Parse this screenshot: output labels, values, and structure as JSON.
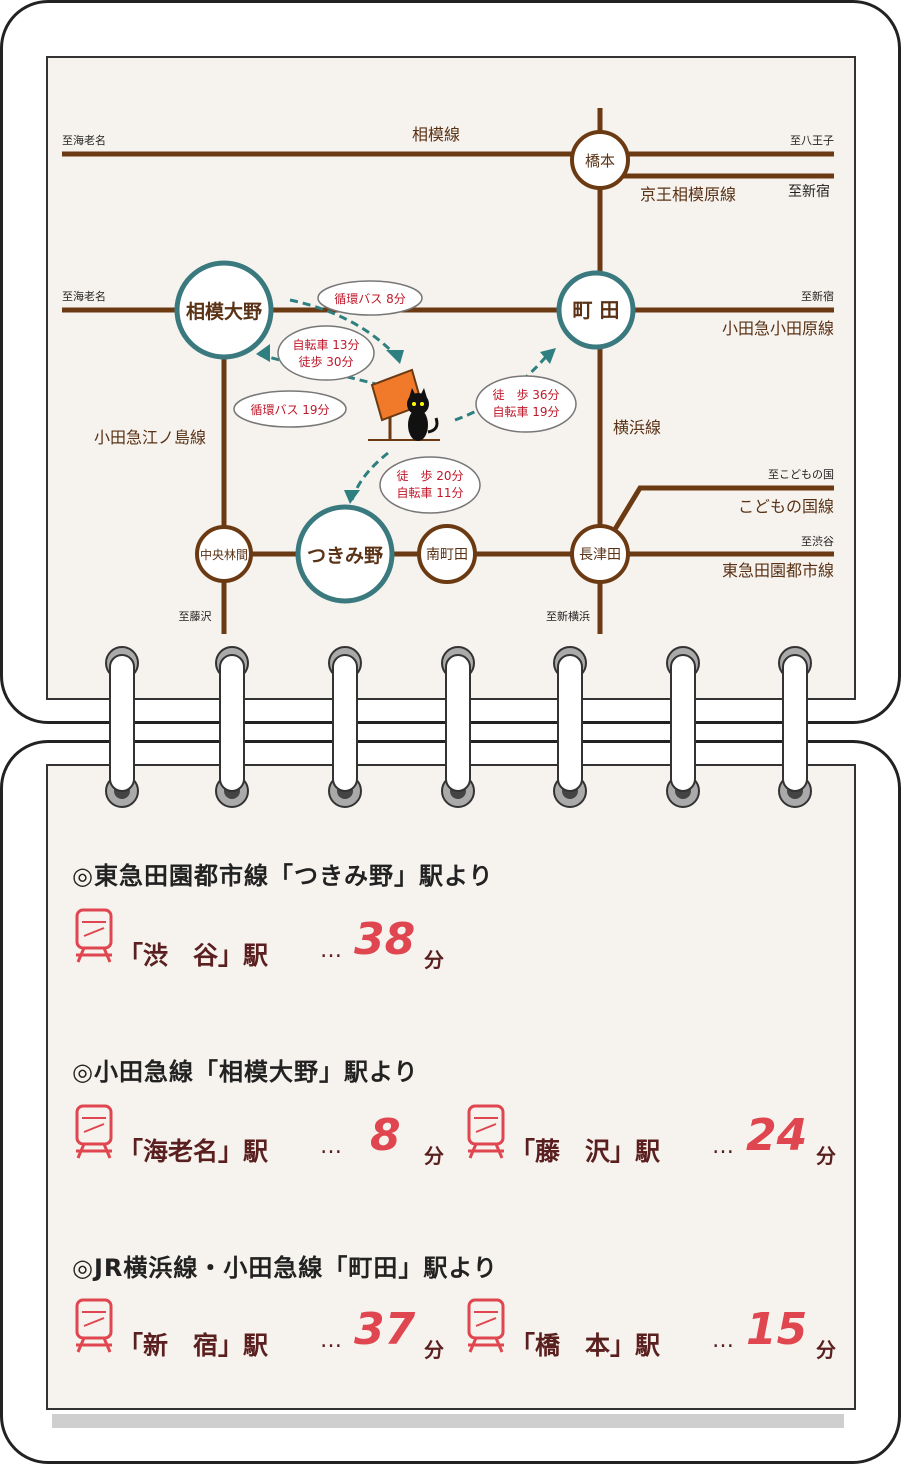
{
  "colors": {
    "line": "#6b3a12",
    "ring": "#3a7a7f",
    "label": "#5a3216",
    "cloud_text": "#c0182a",
    "arrow": "#2d7f80",
    "accent_num": "#e0464f"
  },
  "map": {
    "lines": {
      "sagami": "相模線",
      "keio": "京王相模原線",
      "odakyu_odawara": "小田急小田原線",
      "odakyu_enoshima": "小田急江ノ島線",
      "yokohama": "横浜線",
      "kodomo": "こどもの国線",
      "denentoshi": "東急田園都市線"
    },
    "stations": {
      "hashimoto": "橋本",
      "sagamiono": "相模大野",
      "machida": "町 田",
      "chuorinkan": "中央林間",
      "tsukimino": "つきみ野",
      "minamimachida": "南町田",
      "nagatsuta": "長津田"
    },
    "directions": {
      "ebina1": "至海老名",
      "hachioji": "至八王子",
      "shinjuku1": "至新宿",
      "ebina2": "至海老名",
      "shinjuku2": "至新宿",
      "kodomo": "至こどもの国",
      "shibuya": "至渋谷",
      "fujisawa": "至藤沢",
      "shinyokohama": "至新横浜"
    },
    "bubbles": {
      "bus8": "循環バス 8分",
      "bike13": "自転車 13分",
      "walk30": "徒歩 30分",
      "bus19": "循環バス 19分",
      "walk36": "徒　歩 36分",
      "bike19": "自転車 19分",
      "walk20": "徒　歩 20分",
      "bike11": "自転車 11分"
    }
  },
  "access": {
    "section1": {
      "title": "◎東急田園都市線「つきみ野」駅より",
      "routes": [
        {
          "dest": "「渋　谷」駅",
          "dots": "…",
          "minutes": "38",
          "unit": "分"
        }
      ]
    },
    "section2": {
      "title": "◎小田急線「相模大野」駅より",
      "routes": [
        {
          "dest": "「海老名」駅",
          "dots": "…",
          "minutes": "8",
          "unit": "分"
        },
        {
          "dest": "「藤　沢」駅",
          "dots": "…",
          "minutes": "24",
          "unit": "分"
        }
      ]
    },
    "section3": {
      "title": "◎JR横浜線・小田急線「町田」駅より",
      "routes": [
        {
          "dest": "「新　宿」駅",
          "dots": "…",
          "minutes": "37",
          "unit": "分"
        },
        {
          "dest": "「橋　本」駅",
          "dots": "…",
          "minutes": "15",
          "unit": "分"
        }
      ]
    }
  },
  "icons": {
    "train": "train-icon",
    "destination": "house-sign-with-cat-icon"
  }
}
